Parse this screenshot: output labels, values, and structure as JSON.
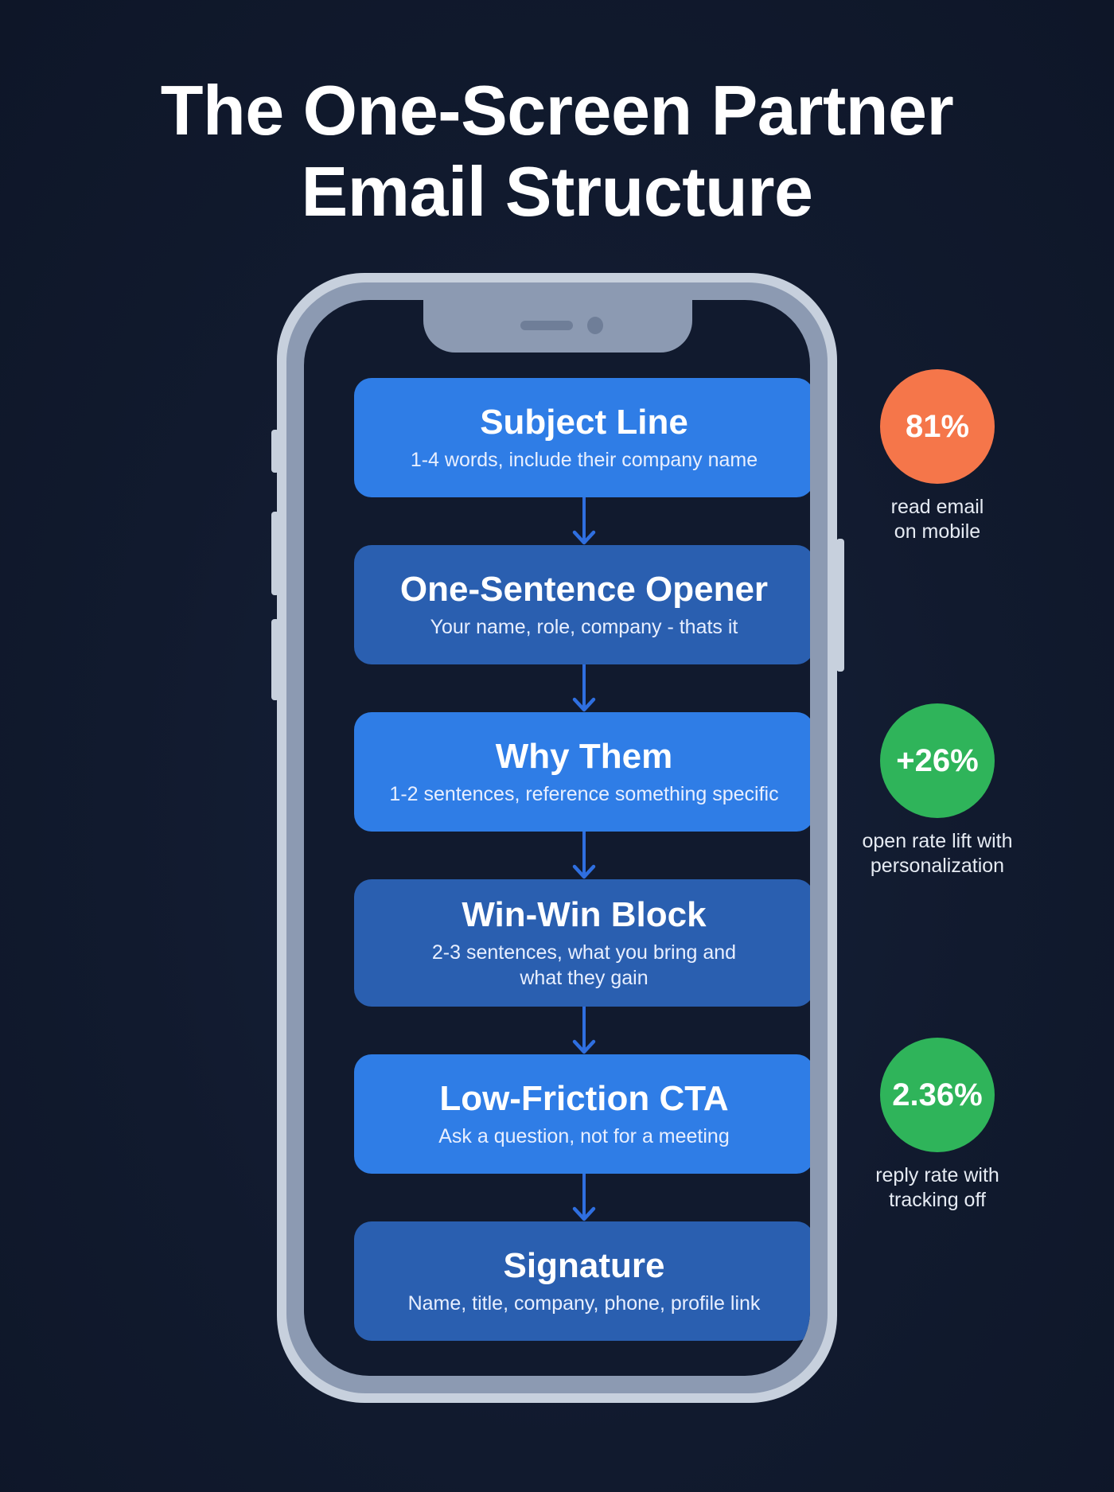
{
  "title": {
    "line1": "The One-Screen Partner",
    "line2": "Email Structure"
  },
  "blocks": [
    {
      "title": "Subject Line",
      "desc": "1-4 words, include their company name",
      "style": "bright"
    },
    {
      "title": "One-Sentence Opener",
      "desc": "Your name, role, company - thats it",
      "style": "dim"
    },
    {
      "title": "Why Them",
      "desc": "1-2 sentences, reference something specific",
      "style": "bright"
    },
    {
      "title": "Win-Win Block",
      "desc_line1": "2-3 sentences, what you bring and",
      "desc_line2": "what they gain",
      "style": "dim"
    },
    {
      "title": "Low-Friction CTA",
      "desc": "Ask a question, not for a meeting",
      "style": "bright"
    },
    {
      "title": "Signature",
      "desc": "Name, title, company, phone, profile link",
      "style": "dim"
    }
  ],
  "stats": [
    {
      "value": "81%",
      "label_line1": "read email",
      "label_line2": "on mobile",
      "color": "#f5764a"
    },
    {
      "value": "+26%",
      "label_line1": "open rate lift with",
      "label_line2": "personalization",
      "color": "#2fb45a"
    },
    {
      "value": "2.36%",
      "label_line1": "reply rate with",
      "label_line2": "tracking off",
      "color": "#2fb45a"
    }
  ],
  "colors": {
    "background": "#111a2e",
    "block_bright": "#2f7de6",
    "block_dim": "#2a5fb0",
    "arrow": "#2f6fe0",
    "phone_frame_outer": "#c7d0dd",
    "phone_frame_inner": "#8c9ab2",
    "stat_orange": "#f5764a",
    "stat_green": "#2fb45a"
  }
}
